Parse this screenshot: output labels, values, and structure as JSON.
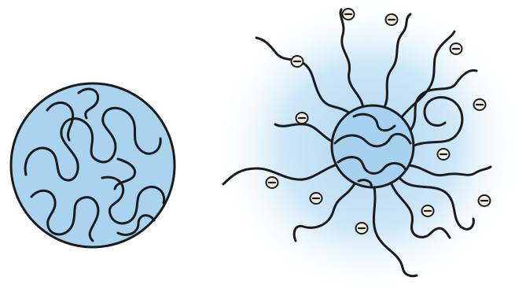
{
  "colors": {
    "background": "#ffffff",
    "fill": "#a9d3ee",
    "halo": "#b9dcf3",
    "ink": "#1b1b1b",
    "ion_fill": "#f2eee2"
  },
  "collapsed_coil": {
    "icon": "collapsed-polymer-coil"
  },
  "expanded_coil": {
    "icon": "swollen-charged-polymer-coil"
  },
  "ions": {
    "symbol": "⊖",
    "count": 12
  }
}
